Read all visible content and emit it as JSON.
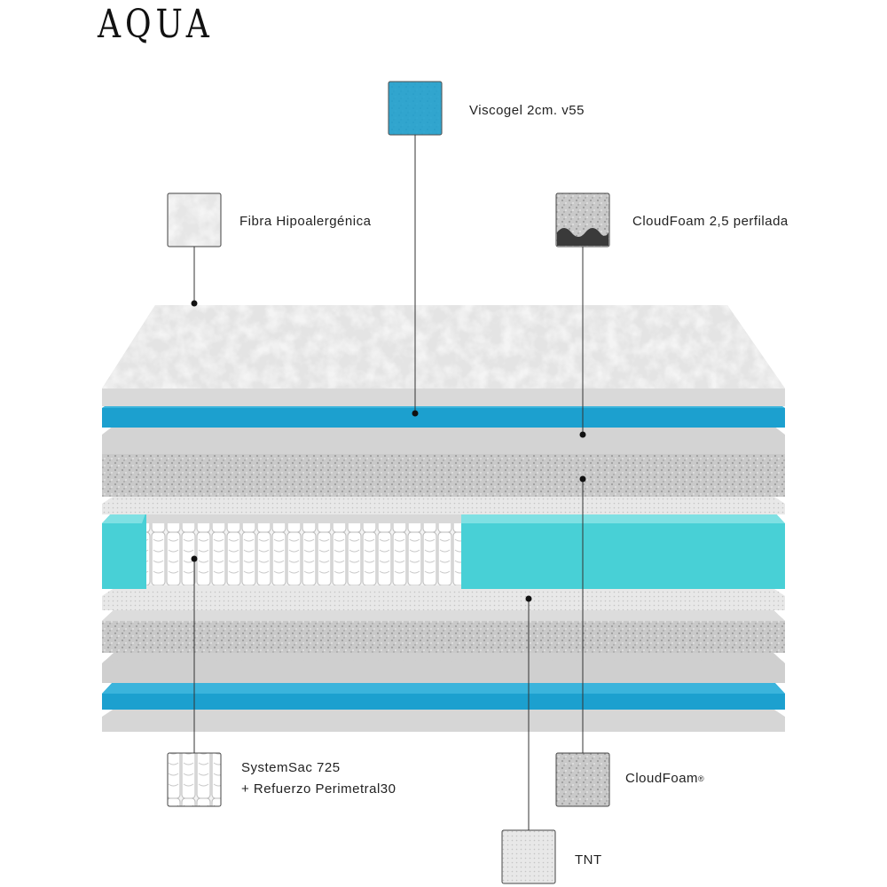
{
  "brand": "AQUA",
  "legend": {
    "viscogel": "Viscogel 2cm. v55",
    "fibra": "Fibra Hipoalergénica",
    "cloudfoam_perfilada": "CloudFoam 2,5 perfilada",
    "systemsac_line1": "SystemSac 725",
    "systemsac_line2": "+  Refuerzo Perimetral30",
    "cloudfoam": "CloudFoam",
    "cloudfoam_mark": "®",
    "tnt": "TNT"
  },
  "colors": {
    "blue": "#1ca0cf",
    "blue_dark": "#138ab6",
    "aqua": "#48d0d6",
    "grey_light": "#e6e6e6",
    "grey_mid": "#cfcfcf",
    "grey_dark": "#bdbdbd",
    "line": "#333333"
  }
}
